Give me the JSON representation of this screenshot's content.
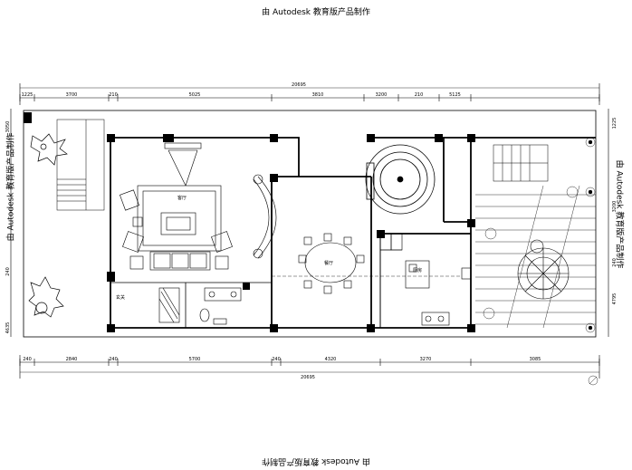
{
  "watermark": {
    "top": "由 Autodesk 教育版产品制作",
    "bottom": "由 Autodesk 教育版产品制作",
    "left": "由 Autodesk 教育版产品制作",
    "right": "由 Autodesk 教育版产品制作"
  },
  "dimensions": {
    "top_total": "20695",
    "top_segments": [
      "1225",
      "3700",
      "210",
      "5025",
      "3810",
      "3200",
      "210",
      "5125"
    ],
    "bottom_total": "20695",
    "bottom_segments": [
      "240",
      "2840",
      "240",
      "5700",
      "240",
      "4320",
      "3270",
      "3085"
    ],
    "left_side": [
      "3050",
      "240",
      "4635"
    ],
    "right_side": [
      "1225",
      "3200",
      "240",
      "4795"
    ]
  },
  "room_labels": {
    "living": "客厅",
    "dining": "餐厅",
    "entry": "玄关",
    "kitchen": "厨房"
  }
}
